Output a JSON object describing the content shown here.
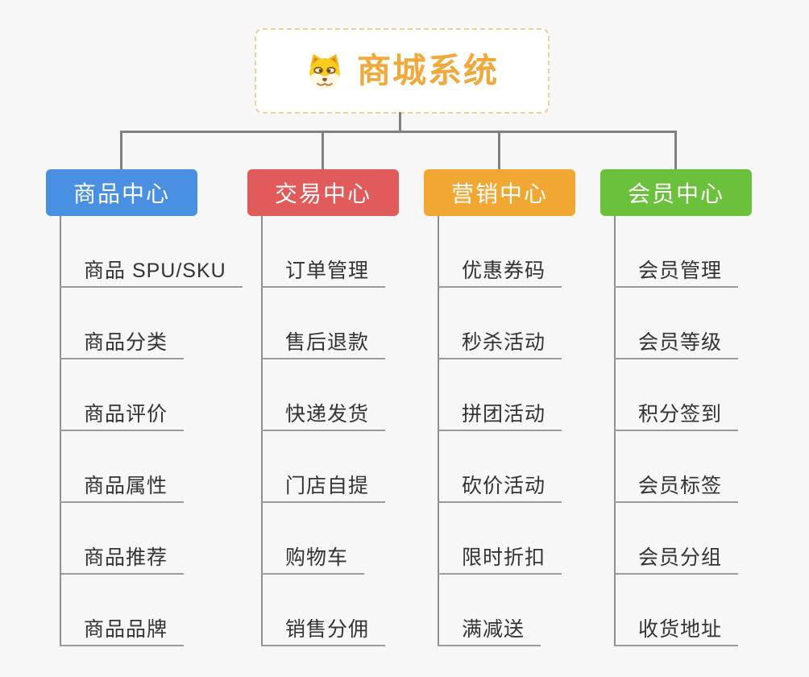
{
  "root": {
    "title": "商城系统",
    "icon": "dog-face-icon"
  },
  "branches": [
    {
      "label": "商品中心",
      "color": "#4A90E2",
      "items": [
        "商品 SPU/SKU",
        "商品分类",
        "商品评价",
        "商品属性",
        "商品推荐",
        "商品品牌"
      ]
    },
    {
      "label": "交易中心",
      "color": "#E25B5B",
      "items": [
        "订单管理",
        "售后退款",
        "快递发货",
        "门店自提",
        "购物车",
        "销售分佣"
      ]
    },
    {
      "label": "营销中心",
      "color": "#F0A832",
      "items": [
        "优惠券码",
        "秒杀活动",
        "拼团活动",
        "砍价活动",
        "限时折扣",
        "满减送"
      ]
    },
    {
      "label": "会员中心",
      "color": "#6CC13C",
      "items": [
        "会员管理",
        "会员等级",
        "积分签到",
        "会员标签",
        "会员分组",
        "收货地址"
      ]
    }
  ],
  "colors": {
    "background": "#F7F7F7",
    "connector": "#808080",
    "leaf_underline": "#9A9A9A",
    "leaf_text": "#333333",
    "root_text": "#F0A93C",
    "root_border": "#F3CE93",
    "branch_text": "#FFFFFF"
  }
}
